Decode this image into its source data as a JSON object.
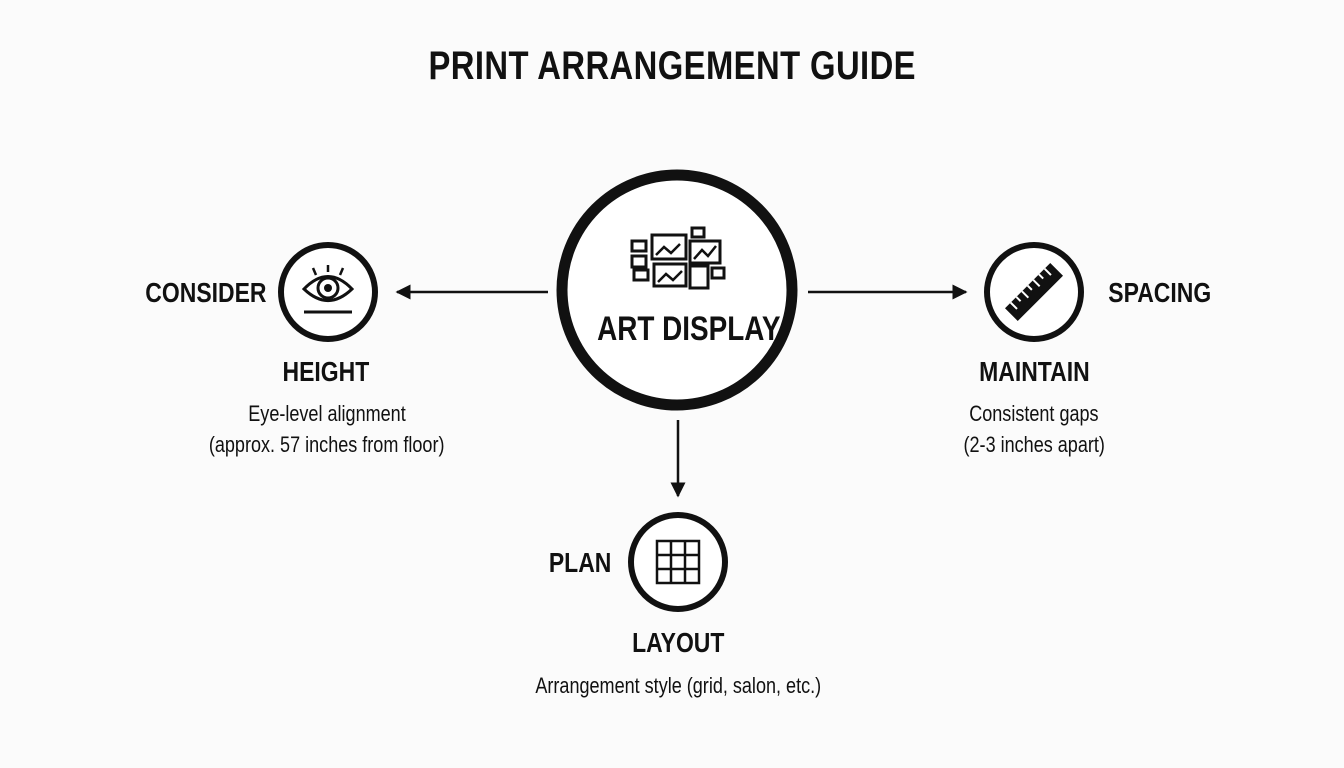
{
  "title": "PRINT ARRANGEMENT GUIDE",
  "center": {
    "label": "ART DISPLAY",
    "icon": "gallery-frames-icon"
  },
  "left": {
    "verb": "CONSIDER",
    "topic": "HEIGHT",
    "desc_line1": "Eye-level alignment",
    "desc_line2": "(approx. 57 inches from floor)",
    "icon": "eye-icon"
  },
  "right": {
    "verb": "MAINTAIN",
    "topic": "SPACING",
    "desc_line1": "Consistent gaps",
    "desc_line2": "(2-3 inches apart)",
    "icon": "ruler-icon"
  },
  "bottom": {
    "verb": "PLAN",
    "topic": "LAYOUT",
    "desc_line1": "Arrangement style (grid, salon, etc.)",
    "icon": "grid-icon"
  }
}
